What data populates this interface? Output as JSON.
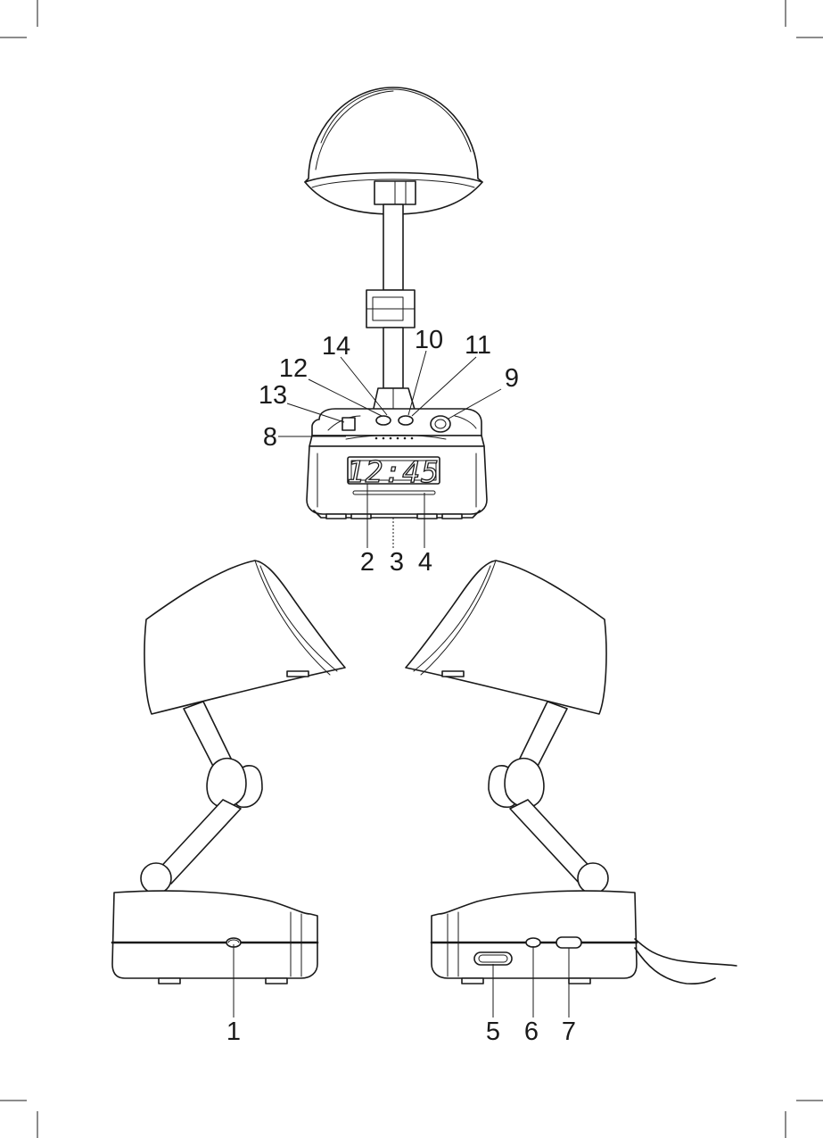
{
  "callouts": {
    "c1": "1",
    "c2": "2",
    "c3": "3",
    "c4": "4",
    "c5": "5",
    "c6": "6",
    "c7": "7",
    "c8": "8",
    "c9": "9",
    "c10": "10",
    "c11": "11",
    "c12": "12",
    "c13": "13",
    "c14": "14"
  },
  "display": {
    "time": "12:45"
  }
}
